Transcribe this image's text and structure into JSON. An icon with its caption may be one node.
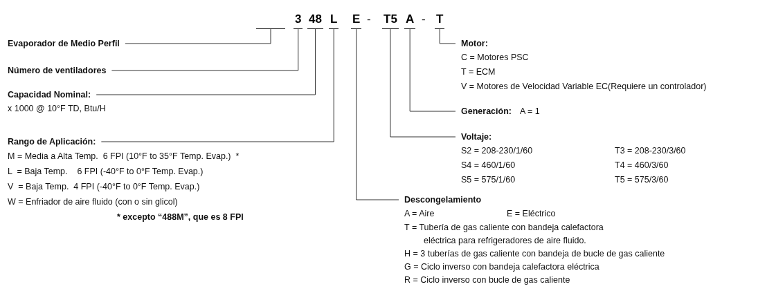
{
  "diagram": {
    "nodes": [
      {
        "text": [],
        "shape": "bar"
      },
      {
        "text": [
          "3"
        ]
      },
      {
        "text": [
          "48"
        ]
      },
      {
        "text": [
          "L"
        ]
      },
      {
        "text": [
          "E"
        ]
      },
      {
        "text": [
          "T5"
        ]
      },
      {
        "text": [
          "A"
        ]
      },
      {
        "text": [
          "T"
        ]
      },
      {
        "text": [
          "Evaporador de Medio Perfil"
        ]
      },
      {
        "text": [
          "Número de ventiladores"
        ]
      },
      {
        "text": [
          "Capacidad Nominal:",
          "x 1000 @ 10°F TD, Btu/H"
        ]
      },
      {
        "text": [
          "Rango de Aplicación:",
          "M = Media a Alta Temp.  6 FPI (10°F to 35°F Temp. Evap.)  *",
          "L  = Baja Temp.    6 FPI (-40°F to 0°F Temp. Evap.)",
          "V  = Baja Temp.  4 FPI (-40°F to 0°F Temp. Evap.)",
          "W = Enfriador de aire fluido (con o sin glicol)",
          "* excepto “488M”, que es 8 FPI"
        ]
      },
      {
        "text": [
          "Motor:",
          "C = Motores PSC",
          "T = ECM",
          "V = Motores de Velocidad Variable EC(Requiere un controlador)"
        ]
      },
      {
        "text": [
          "Generación:",
          "A = 1"
        ]
      },
      {
        "text": [
          "Voltaje:",
          "S2 = 208-230/1/60",
          "T3 = 208-230/3/60",
          "S4 = 460/1/60",
          "T4 = 460/3/60",
          "S5 = 575/1/60",
          "T5 = 575/3/60"
        ]
      },
      {
        "text": [
          "Descongelamiento",
          "A = Aire",
          "E = Eléctrico",
          "T = Tubería de gas caliente con bandeja calefactora eléctrica para refrigeradores de aire fluido.",
          "H = 3 tuberías de gas caliente con bandeja de bucle de gas caliente",
          "G = Ciclo inverso con bandeja calefactora eléctrica",
          "R = Ciclo inverso con bucle de gas caliente"
        ]
      }
    ],
    "edges": [
      {
        "from": 8,
        "to": 0,
        "arrow": "none"
      },
      {
        "from": 9,
        "to": 1,
        "arrow": "none"
      },
      {
        "from": 10,
        "to": 2,
        "arrow": "none"
      },
      {
        "from": 11,
        "to": 3,
        "arrow": "none"
      },
      {
        "from": 15,
        "to": 4,
        "arrow": "none"
      },
      {
        "from": 14,
        "to": 5,
        "arrow": "none"
      },
      {
        "from": 13,
        "to": 6,
        "arrow": "none"
      },
      {
        "from": 12,
        "to": 7,
        "arrow": "none"
      }
    ],
    "labels": [
      "-",
      "-"
    ]
  }
}
